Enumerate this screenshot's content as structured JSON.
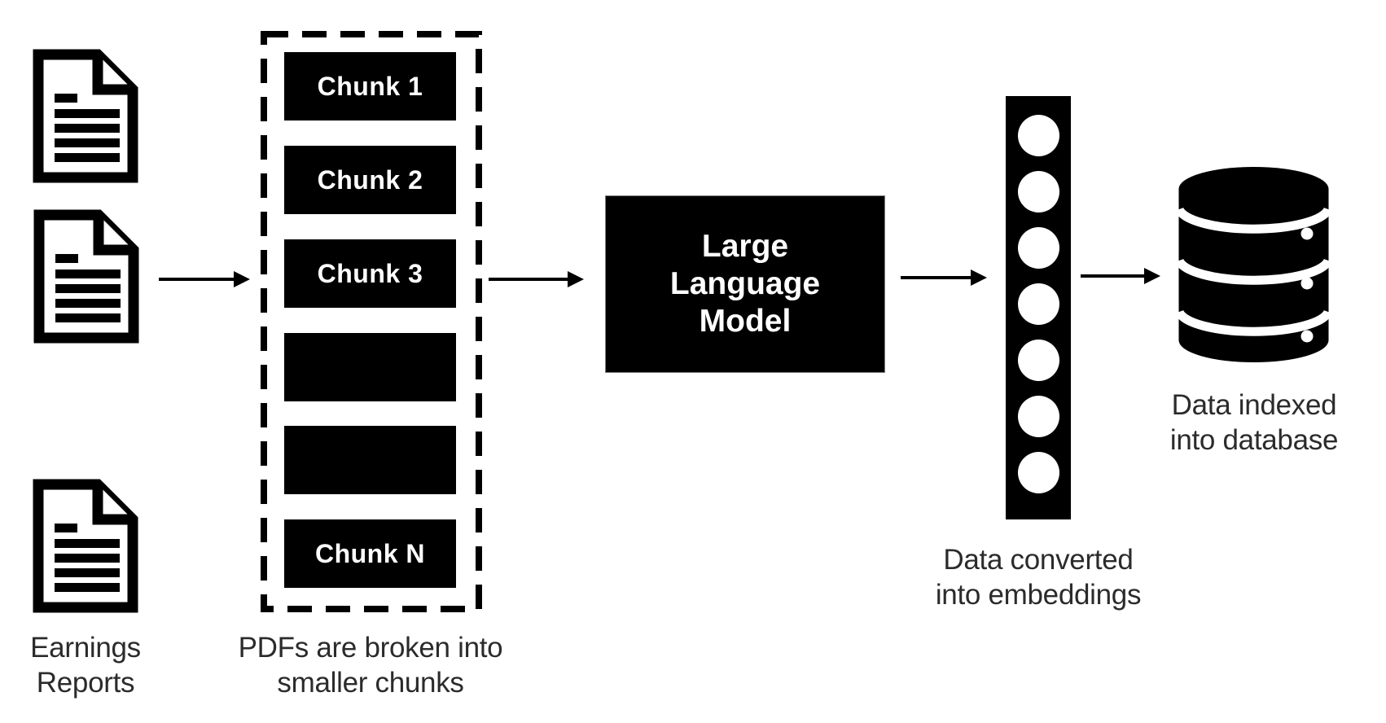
{
  "palette": {
    "ink": "#000000",
    "caption_text": "#2b2b2b",
    "box_text": "#ffffff",
    "background": "#ffffff"
  },
  "icons": {
    "source_documents": "document-icon",
    "storage": "database-icon",
    "vector": "embedding-vector-icon"
  },
  "sources": {
    "document_count": 3,
    "caption_line1": "Earnings",
    "caption_line2": "Reports"
  },
  "chunk_panel": {
    "chunks": [
      {
        "label": "Chunk 1"
      },
      {
        "label": "Chunk 2"
      },
      {
        "label": "Chunk 3"
      },
      {
        "label": ""
      },
      {
        "label": ""
      },
      {
        "label": "Chunk N"
      }
    ],
    "caption_line1": "PDFs are broken into",
    "caption_line2": "smaller chunks"
  },
  "llm": {
    "line1": "Large",
    "line2": "Language",
    "line3": "Model"
  },
  "embeddings": {
    "node_count": 7,
    "caption_line1": "Data converted",
    "caption_line2": "into embeddings"
  },
  "database": {
    "caption_line1": "Data indexed",
    "caption_line2": "into database"
  }
}
